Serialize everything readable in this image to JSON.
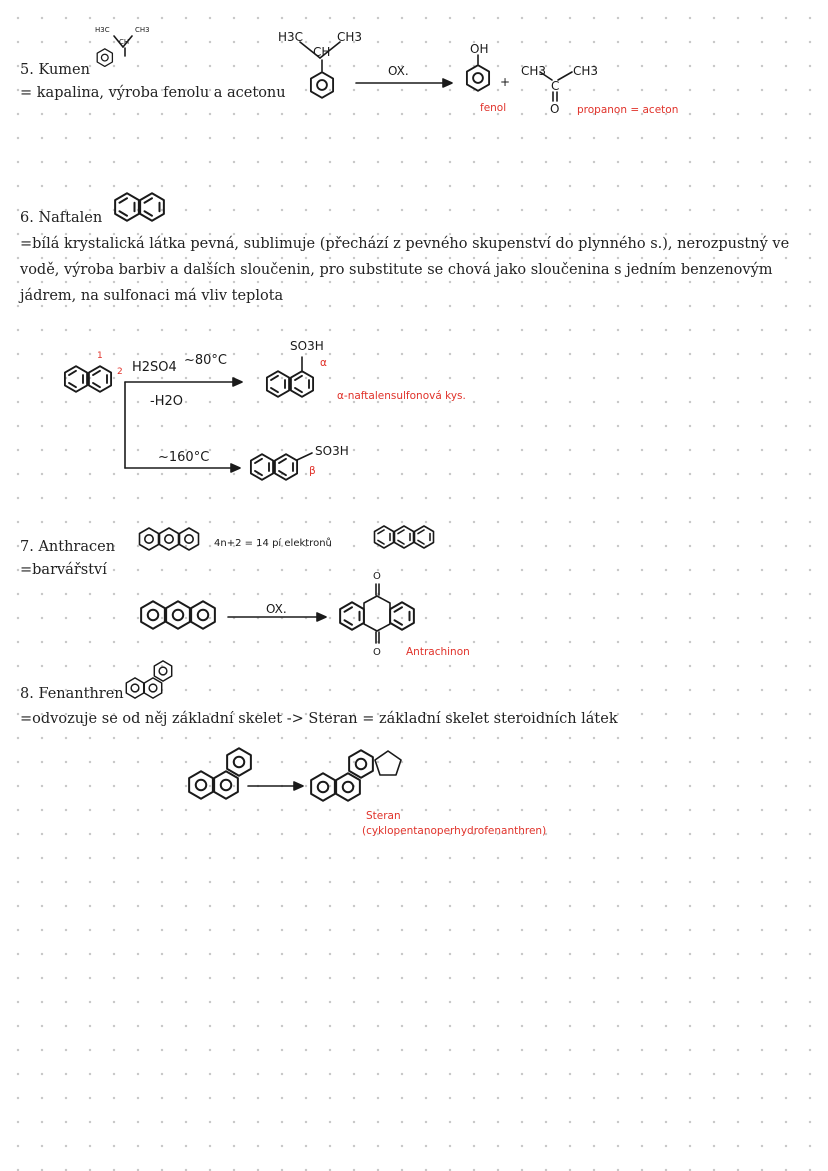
{
  "colors": {
    "ink": "#1a1a1a",
    "annotation": "#e0322a",
    "dot_grid": "#c9c9c9"
  },
  "sections": {
    "kumen": {
      "title": "5. Kumen",
      "desc": "= kapalina, výroba fenolu a acetonu",
      "small_h3c": "H3C",
      "small_ch": "CH",
      "small_ch3": "CH3",
      "h3c": "H3C",
      "ch": "CH",
      "ch3": "CH3",
      "arrow_label": "OX.",
      "oh": "OH",
      "plus": "+",
      "acetone_ch3_left": "CH3",
      "acetone_c": "C",
      "acetone_ch3_right": "CH3",
      "acetone_o": "O",
      "fenol_label": "fenol",
      "acetone_label": "propanon = aceton"
    },
    "naftalen": {
      "title": "6. Naftalen",
      "desc": "=bílá krystalická látka pevná, sublimuje (přechází z pevného skupenství do plynného s.), nerozpustný ve vodě, výroba barbiv a dalších sloučenin, pro substitute se chová jako sloučenina s jedním benzenovým jádrem, na sulfonaci má vliv teplota",
      "pos1": "1",
      "pos2": "2",
      "reagent": "H2SO4",
      "temp_low": "~80°C",
      "minus_water": "-H2O",
      "so3h_alpha": "SO3H",
      "alpha": "α",
      "alpha_product": "α-naftalensulfonová kys.",
      "temp_high": "~160°C",
      "so3h_beta": "SO3H",
      "beta": "β"
    },
    "anthracen": {
      "title": "7. Anthracen",
      "desc": "=barvářství",
      "electrons": "4n+2 = 14 pí elektronů",
      "arrow_label": "OX.",
      "o_top": "O",
      "o_bottom": "O",
      "product_label": "Antrachinon"
    },
    "fenanthren": {
      "title": "8. Fenanthren",
      "desc": "=odvozuje se od něj základní skelet -> Steran = základní skelet steroidních látek",
      "steran_label": "Steran",
      "steran_full": "(cyklopentanoperhydrofenanthren)"
    }
  }
}
